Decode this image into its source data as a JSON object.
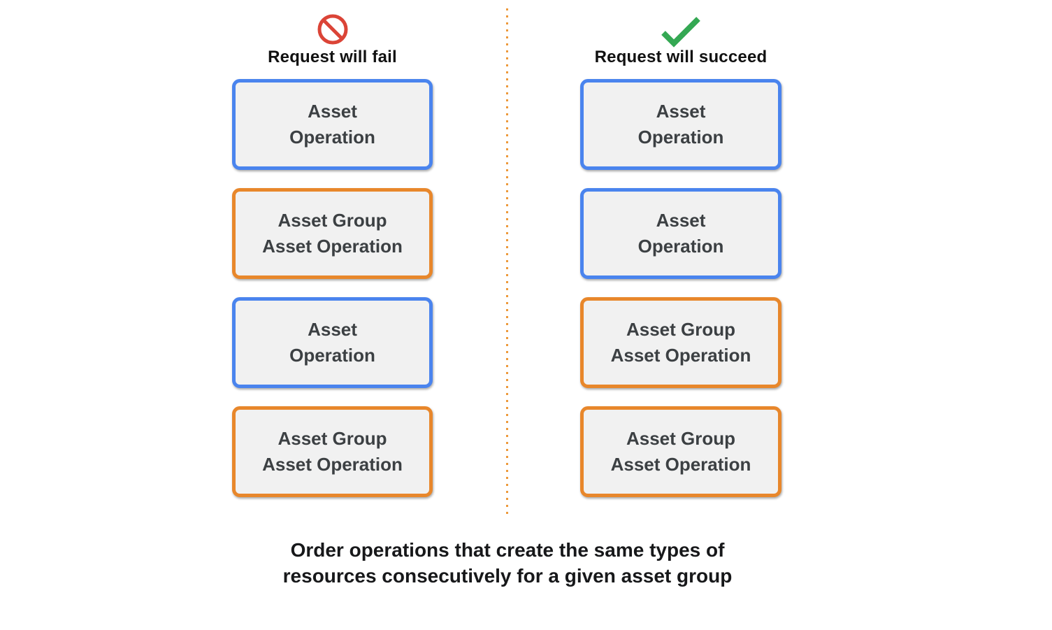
{
  "colors": {
    "blue_border": "#4A84EE",
    "orange_border": "#E8872B",
    "box_background": "#F1F1F1",
    "box_text": "#3C4043",
    "fail_icon_red": "#DB4437",
    "success_icon_green": "#34A853",
    "divider_orange": "#ED9A3C",
    "heading_text": "#111111",
    "caption_text": "#17181A"
  },
  "columns": [
    {
      "id": "fail",
      "icon": "prohibition-icon",
      "title": "Request will fail",
      "boxes": [
        {
          "type": "asset-operation",
          "line1": "Asset",
          "line2": "Operation"
        },
        {
          "type": "asset-group-asset-operation",
          "line1": "Asset Group",
          "line2": "Asset Operation"
        },
        {
          "type": "asset-operation",
          "line1": "Asset",
          "line2": "Operation"
        },
        {
          "type": "asset-group-asset-operation",
          "line1": "Asset Group",
          "line2": "Asset Operation"
        }
      ]
    },
    {
      "id": "succeed",
      "icon": "checkmark-icon",
      "title": "Request will succeed",
      "boxes": [
        {
          "type": "asset-operation",
          "line1": "Asset",
          "line2": "Operation"
        },
        {
          "type": "asset-operation",
          "line1": "Asset",
          "line2": "Operation"
        },
        {
          "type": "asset-group-asset-operation",
          "line1": "Asset Group",
          "line2": "Asset Operation"
        },
        {
          "type": "asset-group-asset-operation",
          "line1": "Asset Group",
          "line2": "Asset Operation"
        }
      ]
    }
  ],
  "caption": {
    "line1": "Order operations that create the same types of",
    "line2": "resources consecutively for a given asset group"
  }
}
